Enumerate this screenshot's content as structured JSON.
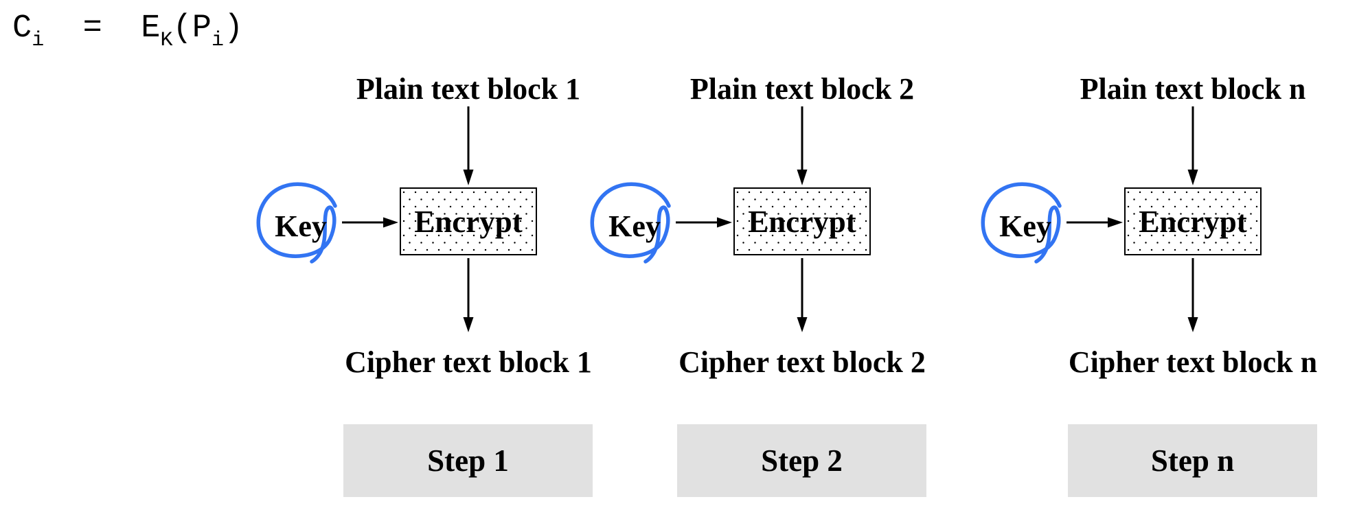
{
  "formula": {
    "lhs_base": "C",
    "lhs_sub": "i",
    "equals": "  =  ",
    "rhs_base": "E",
    "rhs_sub": "K",
    "open_paren": "(",
    "arg_base": "P",
    "arg_sub": "i",
    "close_paren": ")"
  },
  "colors": {
    "annotation_blue": "#3274f2",
    "step_box_gray": "#e1e1e1",
    "diagram_black": "#000000",
    "background": "#ffffff"
  },
  "columns": [
    {
      "plain_label": "Plain text block 1",
      "key_label": "Key",
      "encrypt_label": "Encrypt",
      "cipher_label": "Cipher text block 1",
      "step_label": "Step 1"
    },
    {
      "plain_label": "Plain text block 2",
      "key_label": "Key",
      "encrypt_label": "Encrypt",
      "cipher_label": "Cipher text block 2",
      "step_label": "Step 2"
    },
    {
      "plain_label": "Plain text block n",
      "key_label": "Key",
      "encrypt_label": "Encrypt",
      "cipher_label": "Cipher text block n",
      "step_label": "Step n"
    }
  ]
}
